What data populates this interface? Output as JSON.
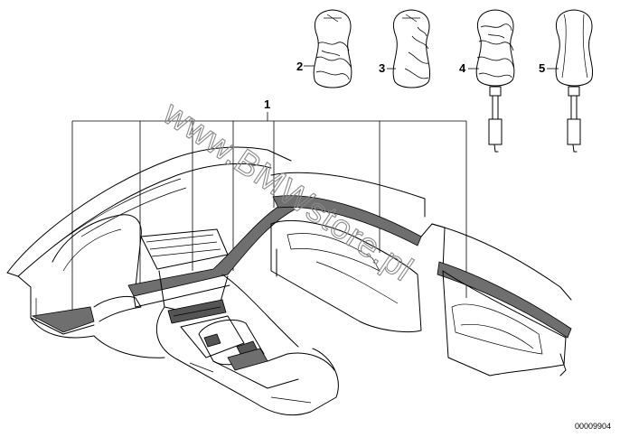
{
  "callouts": {
    "c1": "1",
    "c2": "2",
    "c3": "3",
    "c4": "4",
    "c5": "5"
  },
  "document_number": "00009904",
  "watermark": "www.BMWstore.pl"
}
